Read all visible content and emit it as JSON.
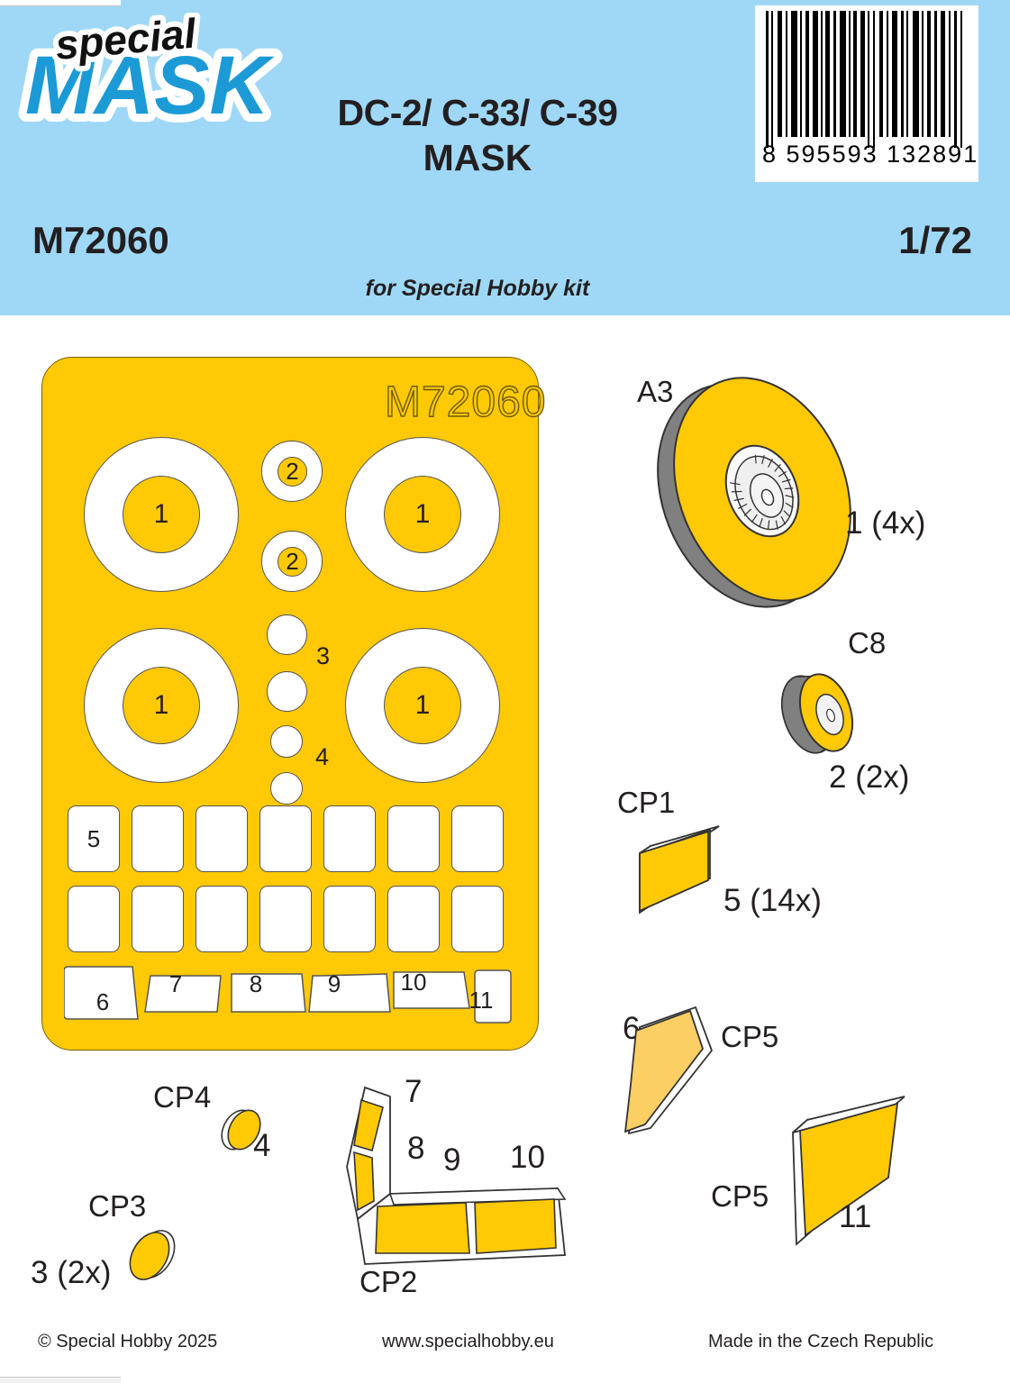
{
  "header": {
    "logo_script": "special",
    "logo_main": "MASK",
    "title_line1": "DC-2/ C-33/ C-39",
    "title_line2": "MASK",
    "product_code": "M72060",
    "scale": "1/72",
    "subtitle": "for Special Hobby kit",
    "barcode_digits": "8 595593 132891",
    "colors": {
      "header_blue": "#9fd8f7",
      "logo_blue": "#1b9ad6",
      "mask_yellow": "#ffc905",
      "ink": "#231f20"
    }
  },
  "sheet": {
    "code": "M72060",
    "big_rings": [
      {
        "label": "1"
      },
      {
        "label": "1"
      },
      {
        "label": "1"
      },
      {
        "label": "1"
      }
    ],
    "center_dots": [
      {
        "label": "2"
      },
      {
        "label": "2"
      },
      {
        "label": ""
      },
      {
        "label": ""
      },
      {
        "label": ""
      },
      {
        "label": ""
      }
    ],
    "center_dot_group_labels": [
      {
        "label": "3"
      },
      {
        "label": "4"
      }
    ],
    "square_row1": [
      "5",
      "",
      "",
      "",
      "",
      "",
      ""
    ],
    "square_row2": [
      "",
      "",
      "",
      "",
      "",
      "",
      ""
    ],
    "trapezoid_row": [
      "6",
      "7",
      "8",
      "9",
      "10",
      "11"
    ]
  },
  "parts": [
    {
      "id": "a3",
      "part_label": "A3",
      "qty_label": "1 (4x)",
      "kind": "main-wheel"
    },
    {
      "id": "c8",
      "part_label": "C8",
      "qty_label": "2 (2x)",
      "kind": "tail-wheel"
    },
    {
      "id": "cp1",
      "part_label": "CP1",
      "qty_label": "5 (14x)",
      "kind": "rect-window"
    },
    {
      "id": "cp5a",
      "part_label": "CP5",
      "qty_label": "6",
      "kind": "parallelogram"
    },
    {
      "id": "cp5b",
      "part_label": "CP5",
      "qty_label": "11",
      "kind": "trapezoid-panel"
    },
    {
      "id": "cp4",
      "part_label": "CP4",
      "qty_label": "4",
      "kind": "small-disc"
    },
    {
      "id": "cp3",
      "part_label": "CP3",
      "qty_label": "3 (2x)",
      "kind": "small-disc"
    },
    {
      "id": "cp2",
      "part_label": "CP2",
      "qty_label": "",
      "kind": "canopy",
      "panel_numbers": [
        "7",
        "8",
        "9",
        "10"
      ]
    }
  ],
  "footer": {
    "copyright": "© Special Hobby 2025",
    "website": "www.specialhobby.eu",
    "made_in": "Made in the Czech Republic"
  }
}
